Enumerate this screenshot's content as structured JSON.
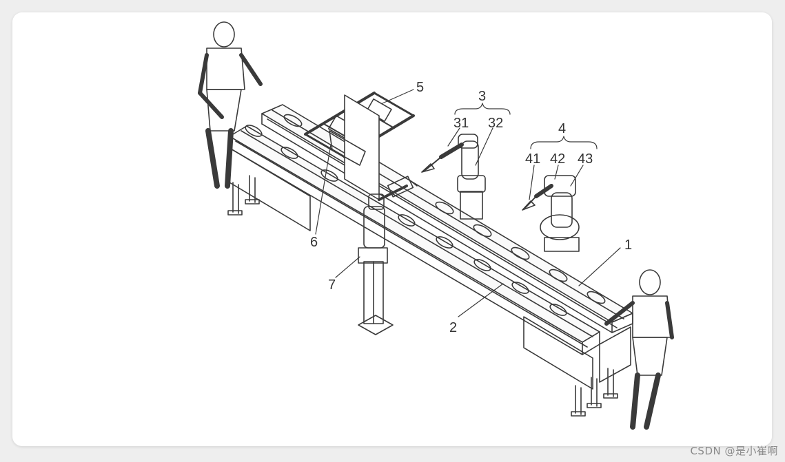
{
  "labels": {
    "l1": "1",
    "l2": "2",
    "l3": "3",
    "l31": "31",
    "l32": "32",
    "l4": "4",
    "l41": "41",
    "l42": "42",
    "l43": "43",
    "l5": "5",
    "l6": "6",
    "l7": "7"
  },
  "watermark": "CSDN @是小崔啊",
  "colors": {
    "line": "#3a3a3a",
    "background": "#ffffff",
    "page": "#eeeeee"
  }
}
